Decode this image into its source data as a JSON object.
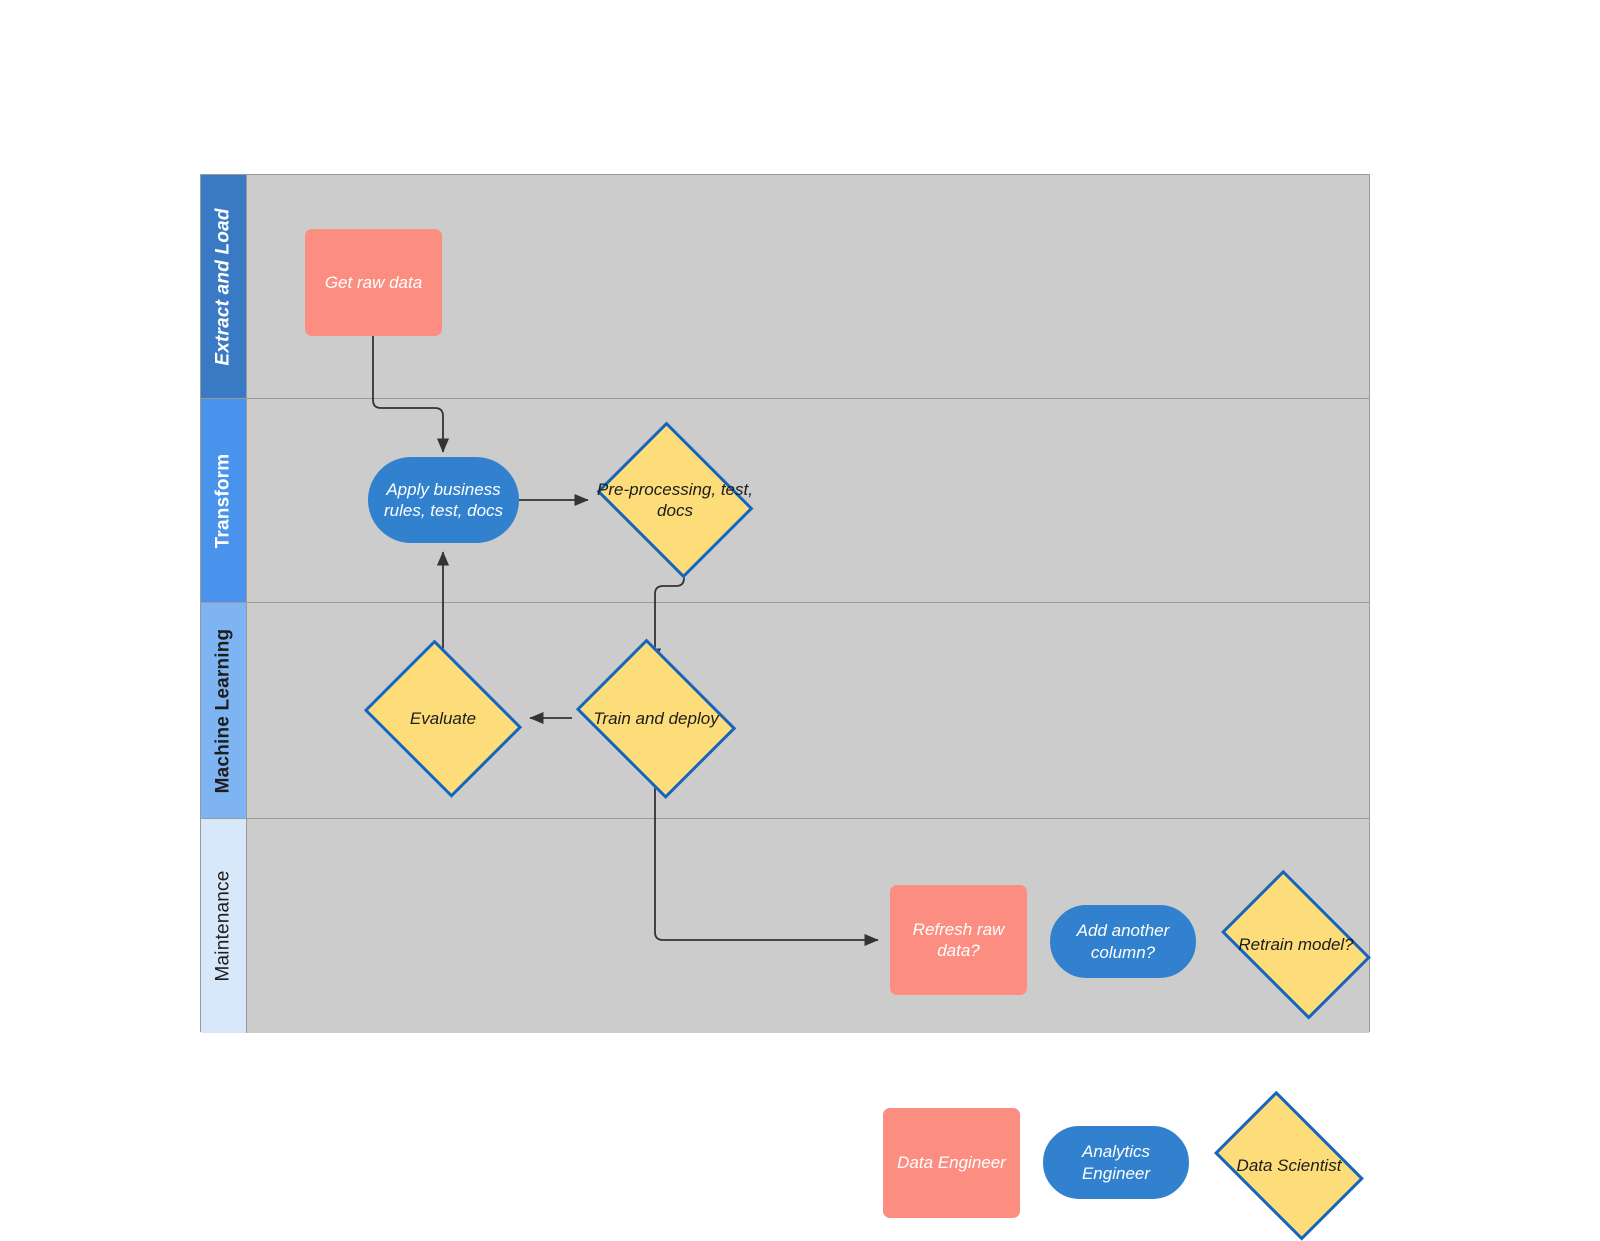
{
  "diagram": {
    "type": "swimlane-flowchart",
    "title": "",
    "colors": {
      "salmon": "#fb8e80",
      "blue": "#3181ce",
      "yellow": "#fcdd79",
      "diamond_border": "#1565c0",
      "lane_background": "#cccccc",
      "lane_border": "#9a9a9a",
      "connector": "#333333",
      "lane_header_1": "#3a7ac4",
      "lane_header_2": "#4a93ec",
      "lane_header_3": "#7fb4f2",
      "lane_header_4": "#d7e8fb"
    }
  },
  "lanes": [
    {
      "id": "extract-and-load",
      "label": "Extract and Load"
    },
    {
      "id": "transform",
      "label": "Transform"
    },
    {
      "id": "machine-learning",
      "label": "Machine Learning"
    },
    {
      "id": "maintenance",
      "label": "Maintenance"
    }
  ],
  "nodes": [
    {
      "id": "get-raw-data",
      "label": "Get raw data",
      "shape": "rect",
      "lane": "extract-and-load",
      "role": "Data Engineer"
    },
    {
      "id": "apply-business-rules",
      "label": "Apply business rules, test, docs",
      "shape": "stadium",
      "lane": "transform",
      "role": "Analytics Engineer"
    },
    {
      "id": "pre-processing",
      "label": "Pre-processing, test, docs",
      "shape": "diamond",
      "lane": "transform",
      "role": "Data Scientist"
    },
    {
      "id": "evaluate",
      "label": "Evaluate",
      "shape": "diamond",
      "lane": "machine-learning",
      "role": "Data Scientist"
    },
    {
      "id": "train-and-deploy",
      "label": "Train and deploy",
      "shape": "diamond",
      "lane": "machine-learning",
      "role": "Data Scientist"
    },
    {
      "id": "refresh-raw-data",
      "label": "Refresh raw data?",
      "shape": "rect",
      "lane": "maintenance",
      "role": "Data Engineer"
    },
    {
      "id": "add-another-column",
      "label": "Add another column?",
      "shape": "stadium",
      "lane": "maintenance",
      "role": "Analytics Engineer"
    },
    {
      "id": "retrain-model",
      "label": "Retrain model?",
      "shape": "diamond",
      "lane": "maintenance",
      "role": "Data Scientist"
    }
  ],
  "edges": [
    {
      "from": "get-raw-data",
      "to": "apply-business-rules",
      "label": ""
    },
    {
      "from": "apply-business-rules",
      "to": "pre-processing",
      "label": ""
    },
    {
      "from": "pre-processing",
      "to": "train-and-deploy",
      "label": ""
    },
    {
      "from": "train-and-deploy",
      "to": "evaluate",
      "label": ""
    },
    {
      "from": "evaluate",
      "to": "apply-business-rules",
      "label": ""
    },
    {
      "from": "train-and-deploy",
      "to": "refresh-raw-data",
      "label": ""
    }
  ],
  "legend": {
    "items": [
      {
        "id": "data-engineer",
        "label": "Data Engineer",
        "shape": "rect"
      },
      {
        "id": "analytics-engineer",
        "label": "Analytics Engineer",
        "shape": "stadium"
      },
      {
        "id": "data-scientist",
        "label": "Data Scientist",
        "shape": "diamond"
      }
    ]
  }
}
